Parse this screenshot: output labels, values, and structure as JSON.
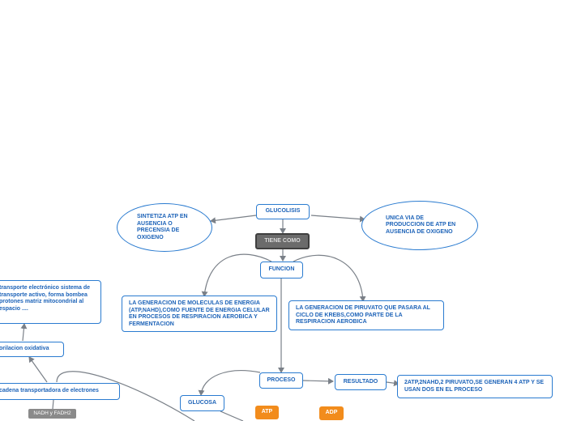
{
  "map": {
    "glucolisis": "GLUCOLISIS",
    "sintetiza": "SINTETIZA ATP EN AUSENCIA O PRECENSIA DE OXIGENO",
    "unica_via": "UNICA VIA DE PRODUCCION DE ATP EN AUSENCIA DE OXIGENO",
    "tiene_como": "TIENE COMO",
    "funcion": "FUNCION",
    "generacion_moleculas": "LA GENERACION DE MOLECULAS DE ENERGIA (ATP,NAHD),COMO FUENTE DE ENERGIA CELULAR EN PROCESOS DE RESPIRACION AEROBICA Y FERMENTACION",
    "generacion_piruvato": "LA GENERACION DE PIRUVATO QUE PASARA AL CICLO DE KREBS,COMO PARTE DE LA RESPIRACION AEROBICA",
    "proceso": "PROCESO",
    "resultado": "RESULTADO",
    "resultado_texto": "2ATP,2NAHD,2 PIRUVATO,SE GENERAN 4 ATP Y SE USAN DOS EN EL PROCESO",
    "glucosa": "GLUCOSA",
    "atp": "ATP",
    "adp": "ADP",
    "transporte_electronico": "transporte electrónico sistema de transporte activo, forma bombea protones matriz mitocondrial al espacio ....",
    "fosforilacion": "orilacion oxidativa",
    "cadena": "cadena transportadora de electrones",
    "nadh": "NADH y FADH2"
  },
  "colors": {
    "node_border": "#2a7bd0",
    "node_text": "#1d63b8",
    "connector": "#7a8088",
    "dark_node": "#6b6b6b",
    "orange_node": "#f28c1c"
  }
}
